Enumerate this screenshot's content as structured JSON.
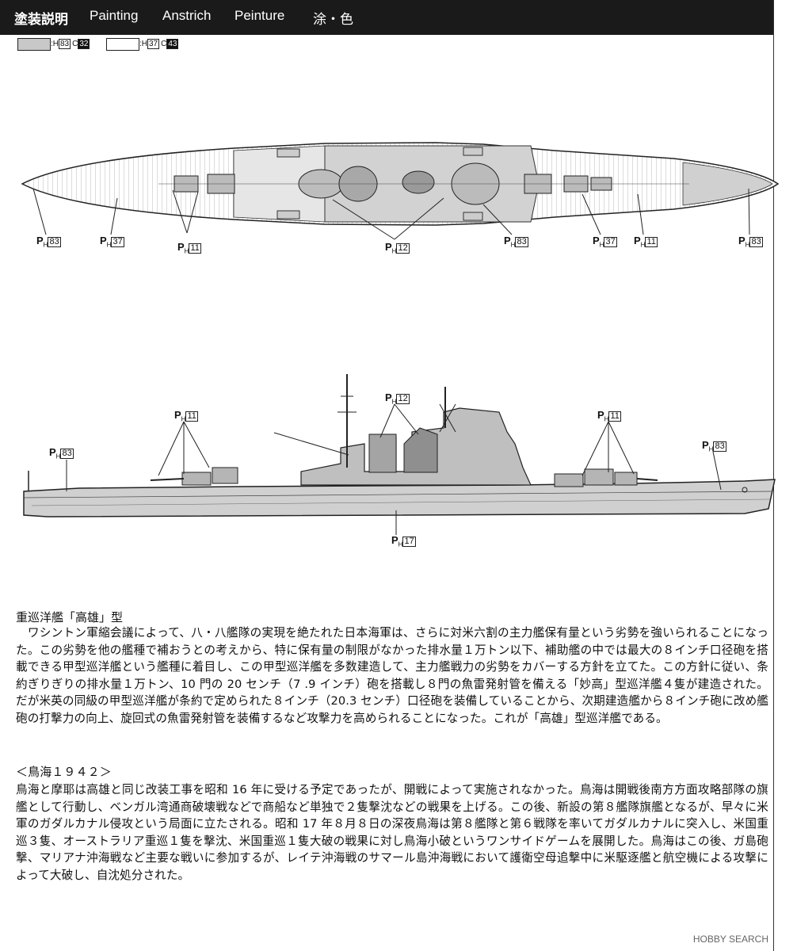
{
  "header": {
    "title_jp": "塗装説明",
    "title_en": "Painting",
    "title_de": "Anstrich",
    "title_fr": "Peinture",
    "title_jp2": "涂・色"
  },
  "legend": [
    {
      "prefix": ":H",
      "h_code": "83",
      "c_prefix": "C",
      "c_code": "32",
      "swatch_color": "#c8c8c8"
    },
    {
      "prefix": ":H",
      "h_code": "37",
      "c_prefix": "C",
      "c_code": "43",
      "swatch_color": "#ffffff"
    }
  ],
  "callouts": {
    "p": "P",
    "h": "H",
    "top_bow": "83",
    "top_deck_fwd": "37",
    "top_turrets_fwd": "11",
    "top_funnels": "12",
    "top_mid": "83",
    "top_deck_aft": "37",
    "top_turrets_aft": "11",
    "top_stern": "83",
    "side_funnels": "12",
    "side_turrets_fwd": "11",
    "side_turrets_aft": "11",
    "side_bow": "83",
    "side_stern": "83",
    "side_hull": "17"
  },
  "text": {
    "title": "重巡洋艦「高雄」型",
    "para1": "　ワシントン軍縮会議によって、八・八艦隊の実現を絶たれた日本海軍は、さらに対米六割の主力艦保有量という劣勢を強いられることになった。この劣勢を他の艦種で補おうとの考えから、特に保有量の制限がなかった排水量１万トン以下、補助艦の中では最大の８インチ口径砲を搭載できる甲型巡洋艦という艦種に着目し、この甲型巡洋艦を多数建造して、主力艦戦力の劣勢をカバーする方針を立てた。この方針に従い、条約ぎりぎりの排水量１万トン、10 門の 20 センチ（7 .9 インチ）砲を搭載し８門の魚雷発射管を備える「妙高」型巡洋艦４隻が建造された。だが米英の同級の甲型巡洋艦が条約で定められた８インチ（20.3 センチ）口径砲を装備していることから、次期建造艦から８インチ砲に改め艦砲の打撃力の向上、旋回式の魚雷発射管を装備するなど攻撃力を高められることになった。これが「高雄」型巡洋艦である。",
    "subtitle": "＜鳥海１９４２＞",
    "para2": "鳥海と摩耶は高雄と同じ改装工事を昭和 16 年に受ける予定であったが、開戦によって実施されなかった。鳥海は開戦後南方方面攻略部隊の旗艦として行動し、ベンガル湾通商破壊戦などで商船など単独で２隻撃沈などの戦果を上げる。この後、新設の第８艦隊旗艦となるが、早々に米軍のガダルカナル侵攻という局面に立たされる。昭和 17 年８月８日の深夜鳥海は第８艦隊と第６戦隊を率いてガダルカナルに突入し、米国重巡３隻、オーストラリア重巡１隻を撃沈、米国重巡１隻大破の戦果に対し鳥海小破というワンサイドゲームを展開した。鳥海はこの後、ガ島砲撃、マリアナ沖海戦など主要な戦いに参加するが、レイテ沖海戦のサマール島沖海戦において護衛空母追撃中に米駆逐艦と航空機による攻撃によって大破し、自沈処分された。"
  },
  "watermark": "HOBBY SEARCH"
}
